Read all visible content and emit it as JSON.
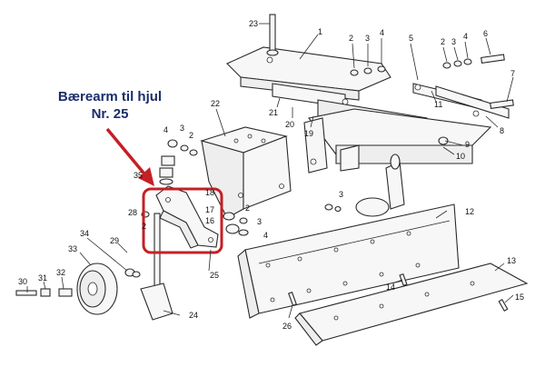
{
  "callout": {
    "line1": "Bærearm til hjul",
    "line2": "Nr. 25"
  },
  "highlight_color": "#c42025",
  "callout_text_color": "#1a2d6b",
  "part_numbers": [
    "23",
    "1",
    "2",
    "3",
    "4",
    "5",
    "2",
    "3",
    "4",
    "6",
    "7",
    "22",
    "21",
    "20",
    "19",
    "11",
    "8",
    "4",
    "3",
    "2",
    "9",
    "10",
    "35",
    "18",
    "28",
    "17",
    "16",
    "2",
    "3",
    "4",
    "2",
    "3",
    "12",
    "34",
    "29",
    "33",
    "30",
    "31",
    "32",
    "25",
    "14",
    "13",
    "15",
    "24",
    "26"
  ]
}
